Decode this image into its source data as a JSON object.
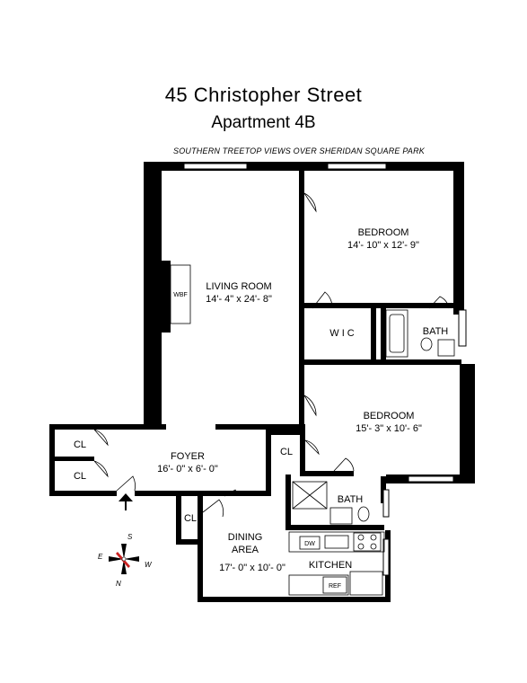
{
  "title": "45 Christopher Street",
  "subtitle": "Apartment 4B",
  "view_note": "SOUTHERN TREETOP VIEWS OVER SHERIDAN SQUARE PARK",
  "rooms": {
    "living": {
      "name": "LIVING ROOM",
      "dims": "14'- 4\" x 24'- 8\""
    },
    "bedroom1": {
      "name": "BEDROOM",
      "dims": "14'- 10\" x 12'- 9\""
    },
    "bedroom2": {
      "name": "BEDROOM",
      "dims": "15'- 3\" x 10'- 6\""
    },
    "foyer": {
      "name": "FOYER",
      "dims": "16'- 0\" x 6'- 0\""
    },
    "dining": {
      "name": "DINING",
      "name2": "AREA",
      "dims": "17'- 0\" x 10'- 0\""
    },
    "kitchen": {
      "name": "KITCHEN"
    },
    "bath1": {
      "name": "BATH"
    },
    "bath2": {
      "name": "BATH"
    },
    "wic": {
      "name": "W I C"
    }
  },
  "closets": [
    "CL",
    "CL",
    "CL",
    "CL"
  ],
  "fixtures": {
    "fireplace": "WBF",
    "dishwasher": "DW",
    "refrigerator": "REF"
  },
  "compass": {
    "s": "S",
    "e": "E",
    "w": "W",
    "n": "N",
    "needle_color": "#cc2222"
  }
}
